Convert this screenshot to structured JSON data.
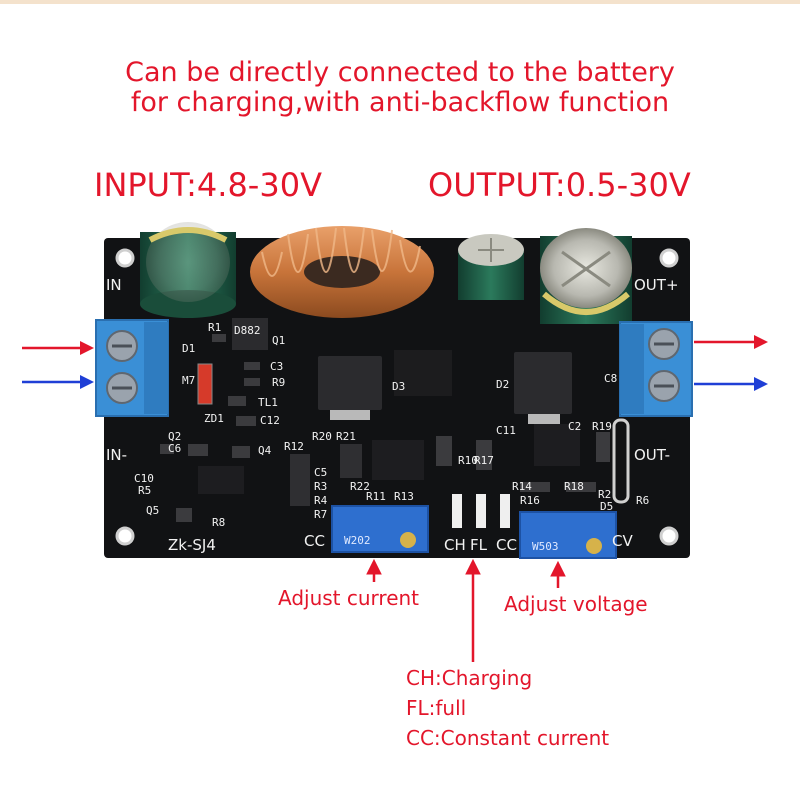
{
  "headline": {
    "line1": "Can be directly connected to the battery",
    "line2": "for charging,with anti-backflow function"
  },
  "specs": {
    "input": "INPUT:4.8-30V",
    "output": "OUTPUT:0.5-30V"
  },
  "callouts": {
    "adjust_current": "Adjust current",
    "adjust_voltage": "Adjust voltage",
    "legend": [
      "CH:Charging",
      "FL:full",
      "CC:Constant current"
    ]
  },
  "board": {
    "model": "Zk-SJ4",
    "terminals": {
      "in_plus": "IN",
      "in_minus": "IN-",
      "out_plus": "OUT+",
      "out_minus": "OUT-"
    },
    "indicators": {
      "cc_left": "CC",
      "ch": "CH",
      "fl": "FL",
      "cc_mid": "CC",
      "cv": "CV"
    },
    "potentiometers": {
      "current": "W202",
      "voltage": "W503"
    },
    "components": [
      "R1",
      "D882",
      "Q1",
      "D1",
      "C3",
      "R9",
      "M7",
      "TL1",
      "ZD1",
      "C12",
      "Q2",
      "C6",
      "Q4",
      "R12",
      "C10",
      "R5",
      "Q5",
      "R8",
      "R20",
      "R21",
      "C5",
      "R3",
      "R4",
      "R7",
      "R22",
      "R11",
      "R13",
      "D3",
      "R10",
      "R17",
      "C11",
      "D2",
      "C8",
      "C2",
      "R19",
      "R14",
      "R18",
      "R16",
      "R2",
      "D5",
      "R6"
    ]
  },
  "colors": {
    "text_red": "#e3162b",
    "arrow_red": "#e3162b",
    "arrow_blue": "#1f3fd6",
    "pcb_black": "#111214",
    "terminal_blue": "#3a8fd6",
    "copper": "#c8743a",
    "capacitor_green": "#1f5a45"
  }
}
